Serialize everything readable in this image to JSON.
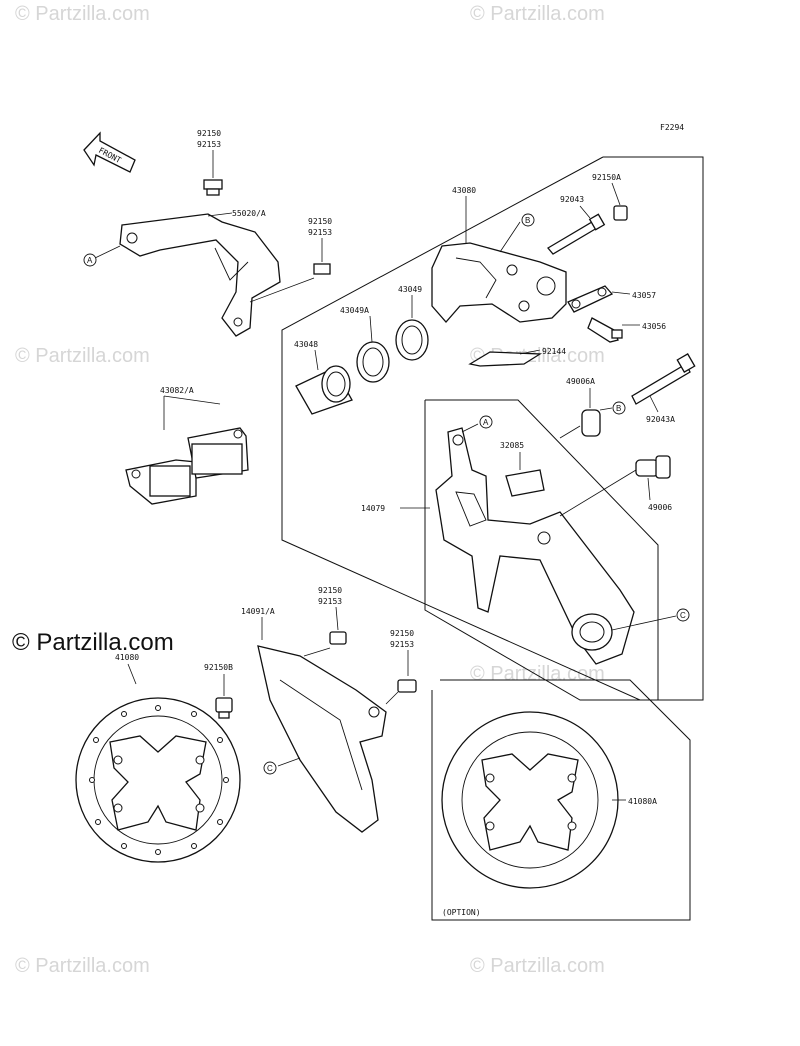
{
  "diagram_code": "F2294",
  "front_label": "FRONT",
  "option_label": "(OPTION)",
  "watermarks": {
    "small": "© Partzilla.com",
    "large": "© Partzilla.com"
  },
  "parts": {
    "p92150_top": "92150",
    "p92153_top": "92153",
    "p55020": "55020/A",
    "p92150_mid": "92150",
    "p92153_mid": "92153",
    "p43080": "43080",
    "p92043": "92043",
    "p92150A": "92150A",
    "p43057": "43057",
    "p43049": "43049",
    "p43049A": "43049A",
    "p43048": "43048",
    "p43056": "43056",
    "p92144": "92144",
    "p49006A": "49006A",
    "p92043A": "92043A",
    "p43082": "43082/A",
    "p32085": "32085",
    "p14079": "14079",
    "p49006": "49006",
    "p92150_guard": "92150",
    "p92153_guard": "92153",
    "p14091": "14091/A",
    "p92150_low": "92150",
    "p92153_low": "92153",
    "p41080": "41080",
    "p92150B": "92150B",
    "p41080A": "41080A"
  },
  "refs": {
    "A": "A",
    "B": "B",
    "C": "C"
  }
}
